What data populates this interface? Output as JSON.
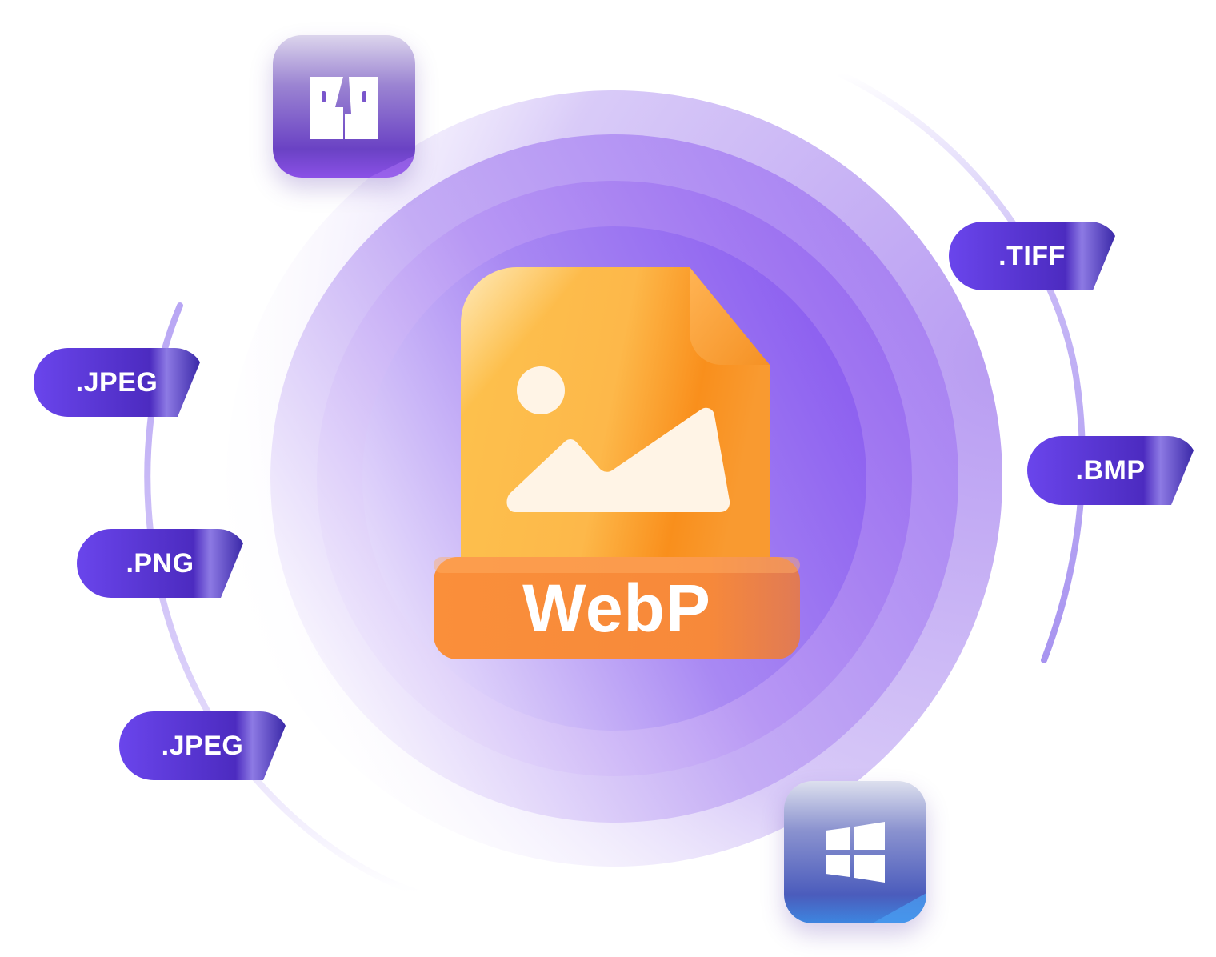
{
  "file": {
    "label": "WebP",
    "icon": "image-file-icon",
    "colors": {
      "body": "#FDBF4A",
      "band": "#F7893A"
    }
  },
  "formats": [
    {
      "label": ".JPEG"
    },
    {
      "label": ".PNG"
    },
    {
      "label": ".JPEG"
    },
    {
      "label": ".TIFF"
    },
    {
      "label": ".BMP"
    }
  ],
  "apps": [
    {
      "name": "finder-icon"
    },
    {
      "name": "windows-icon"
    }
  ],
  "colors": {
    "accent": "#8B5CF6",
    "tag": "#5B35D8",
    "ring": "#C9B8F5"
  }
}
